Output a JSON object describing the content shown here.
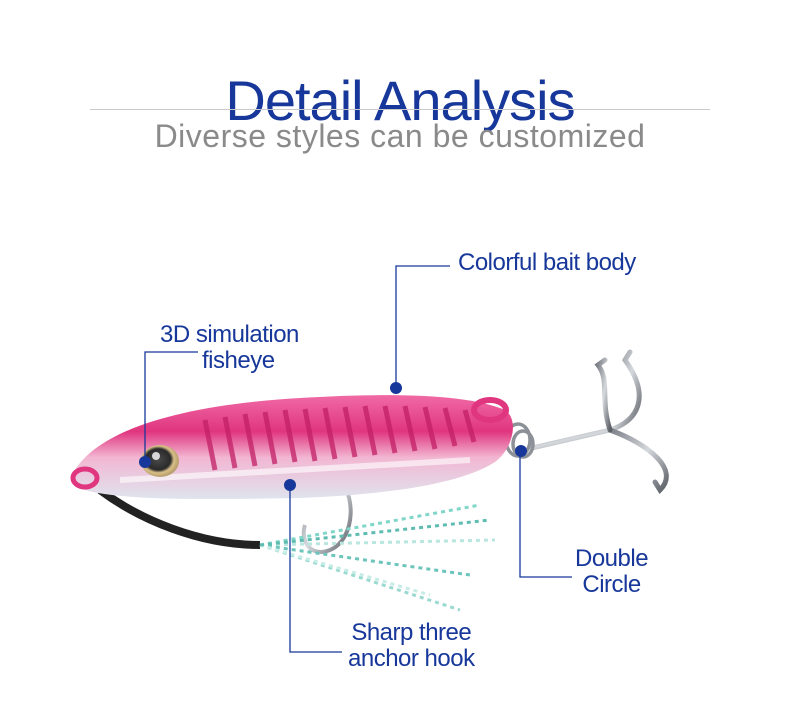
{
  "header": {
    "title": "Detail Analysis",
    "subtitle": "Diverse styles can be customized"
  },
  "callouts": {
    "bait_body": "Colorful bait body",
    "fisheye_line1": "3D simulation",
    "fisheye_line2": "fisheye",
    "circle_line1": "Double",
    "circle_line2": "Circle",
    "hook_line1": "Sharp three",
    "hook_line2": "anchor hook"
  },
  "colors": {
    "accent": "#17389a",
    "body_pink": "#e0357f",
    "subtitle_gray": "#8a8a8a"
  }
}
